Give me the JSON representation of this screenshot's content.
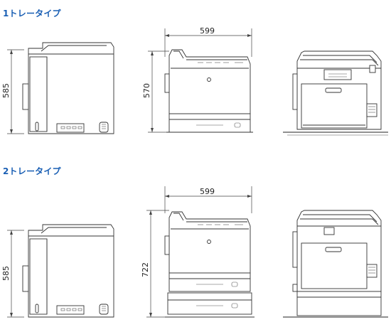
{
  "sections": [
    {
      "title": "1トレータイプ",
      "side_height": "585",
      "front_width": "599",
      "front_height": "570"
    },
    {
      "title": "2トレータイプ",
      "side_height": "585",
      "front_width": "599",
      "front_height": "722"
    }
  ],
  "colors": {
    "heading": "#1a5fb4",
    "line": "#333333"
  }
}
